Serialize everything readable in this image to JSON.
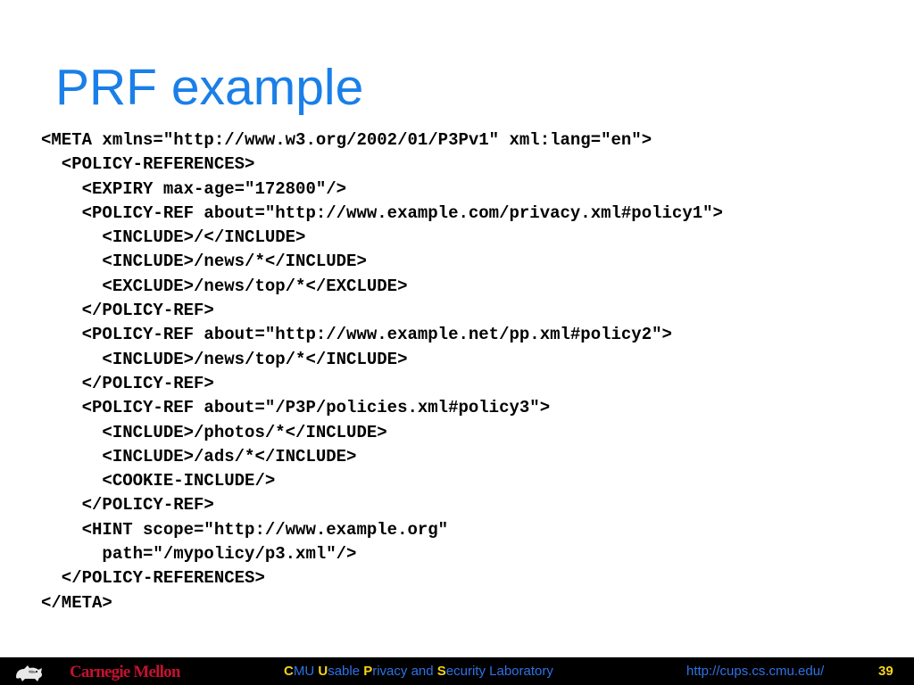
{
  "slide": {
    "title": "PRF example",
    "code_lines": [
      "<META xmlns=\"http://www.w3.org/2002/01/P3Pv1\" xml:lang=\"en\">",
      "  <POLICY-REFERENCES>",
      "    <EXPIRY max-age=\"172800\"/>",
      "    <POLICY-REF about=\"http://www.example.com/privacy.xml#policy1\">",
      "      <INCLUDE>/</INCLUDE>",
      "      <INCLUDE>/news/*</INCLUDE>",
      "      <EXCLUDE>/news/top/*</EXCLUDE>",
      "    </POLICY-REF>",
      "    <POLICY-REF about=\"http://www.example.net/pp.xml#policy2\">",
      "      <INCLUDE>/news/top/*</INCLUDE>",
      "    </POLICY-REF>",
      "    <POLICY-REF about=\"/P3P/policies.xml#policy3\">",
      "      <INCLUDE>/photos/*</INCLUDE>",
      "      <INCLUDE>/ads/*</INCLUDE>",
      "      <COOKIE-INCLUDE/>",
      "    </POLICY-REF>",
      "    <HINT scope=\"http://www.example.org\"",
      "      path=\"/mypolicy/p3.xml\"/>",
      "  </POLICY-REFERENCES>",
      "</META>"
    ]
  },
  "footer": {
    "logo_icon": "scottie-dog-icon",
    "university": "Carnegie Mellon",
    "lab_words": [
      {
        "cap": "C",
        "rest": "MU "
      },
      {
        "cap": "U",
        "rest": "sable "
      },
      {
        "cap": "P",
        "rest": "rivacy and "
      },
      {
        "cap": "S",
        "rest": "ecurity Laboratory"
      }
    ],
    "url": "http://cups.cs.cmu.edu/",
    "page_number": "39"
  },
  "colors": {
    "title": "#1a7fe8",
    "footer_bg": "#000000",
    "footer_link": "#2e73e6",
    "footer_accent": "#f5d21a",
    "cmu_red": "#c41230"
  }
}
